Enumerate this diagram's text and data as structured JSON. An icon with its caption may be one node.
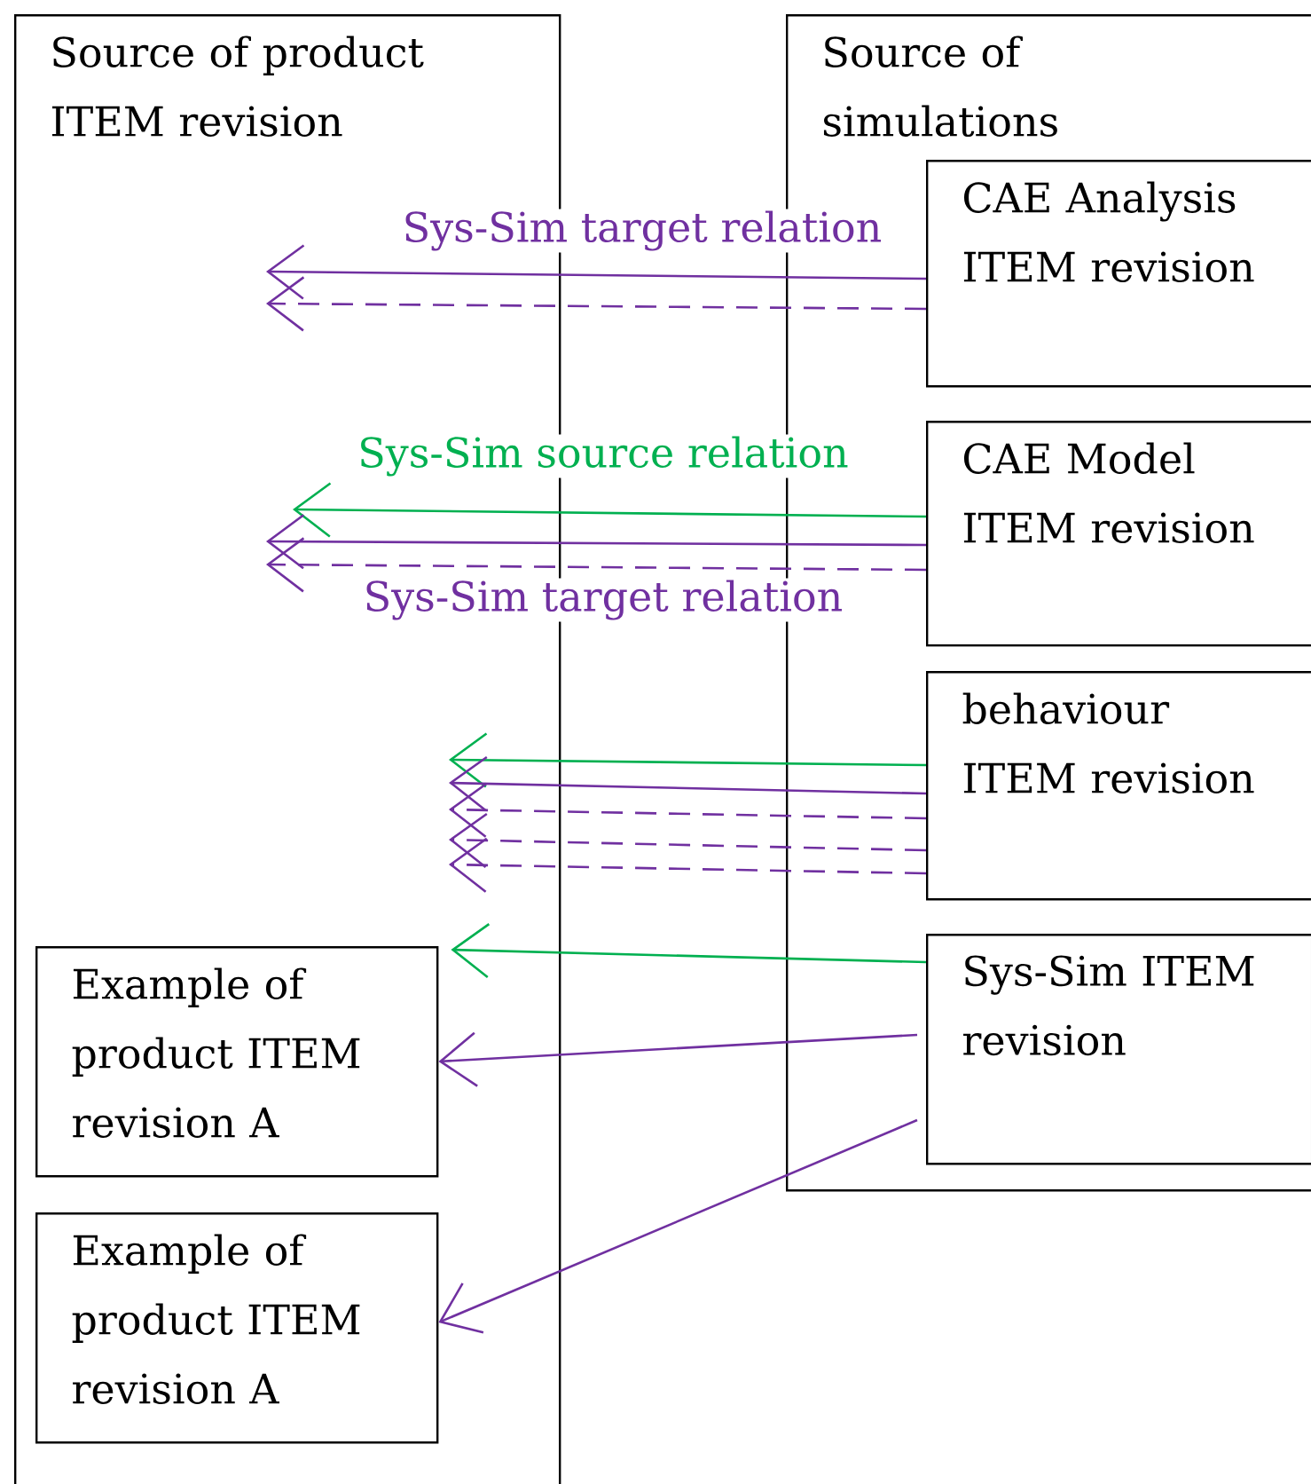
{
  "diagram": {
    "nodes": [
      {
        "text": [
          "Source of product ITEM revision"
        ]
      },
      {
        "text": [
          "Source of simulations"
        ]
      },
      {
        "text": [
          "CAE Analysis ITEM revision"
        ],
        "in": 1
      },
      {
        "text": [
          "CAE Model ITEM revision"
        ],
        "in": 1
      },
      {
        "text": [
          "behaviour ITEM revision"
        ],
        "in": 1
      },
      {
        "text": [
          "Sys-Sim ITEM revision"
        ],
        "in": 1
      },
      {
        "text": [
          "Example of product ITEM revision A"
        ],
        "in": 0
      },
      {
        "text": [
          "Example of product ITEM revision A"
        ],
        "in": 0
      }
    ],
    "edges": [
      {
        "from": 2,
        "to": null,
        "arrow": "to",
        "label": "Sys-Sim target relation"
      },
      {
        "from": 2,
        "to": null,
        "arrow": "to",
        "style": "dashed"
      },
      {
        "from": 3,
        "to": null,
        "arrow": "to",
        "label": "Sys-Sim source relation",
        "color": "#00b050"
      },
      {
        "from": 3,
        "to": null,
        "arrow": "to"
      },
      {
        "from": 3,
        "to": null,
        "arrow": "to",
        "style": "dashed",
        "label": "Sys-Sim target relation"
      },
      {
        "from": 4,
        "to": null,
        "arrow": "to",
        "color": "#00b050"
      },
      {
        "from": 4,
        "to": null,
        "arrow": "to"
      },
      {
        "from": 4,
        "to": null,
        "arrow": "to",
        "style": "dashed"
      },
      {
        "from": 4,
        "to": null,
        "arrow": "to",
        "style": "dashed"
      },
      {
        "from": 4,
        "to": null,
        "arrow": "to",
        "style": "dashed"
      },
      {
        "from": 5,
        "to": 6,
        "arrow": "to",
        "color": "#00b050"
      },
      {
        "from": 5,
        "to": 6,
        "arrow": "to"
      },
      {
        "from": 5,
        "to": 7,
        "arrow": "to"
      }
    ]
  }
}
